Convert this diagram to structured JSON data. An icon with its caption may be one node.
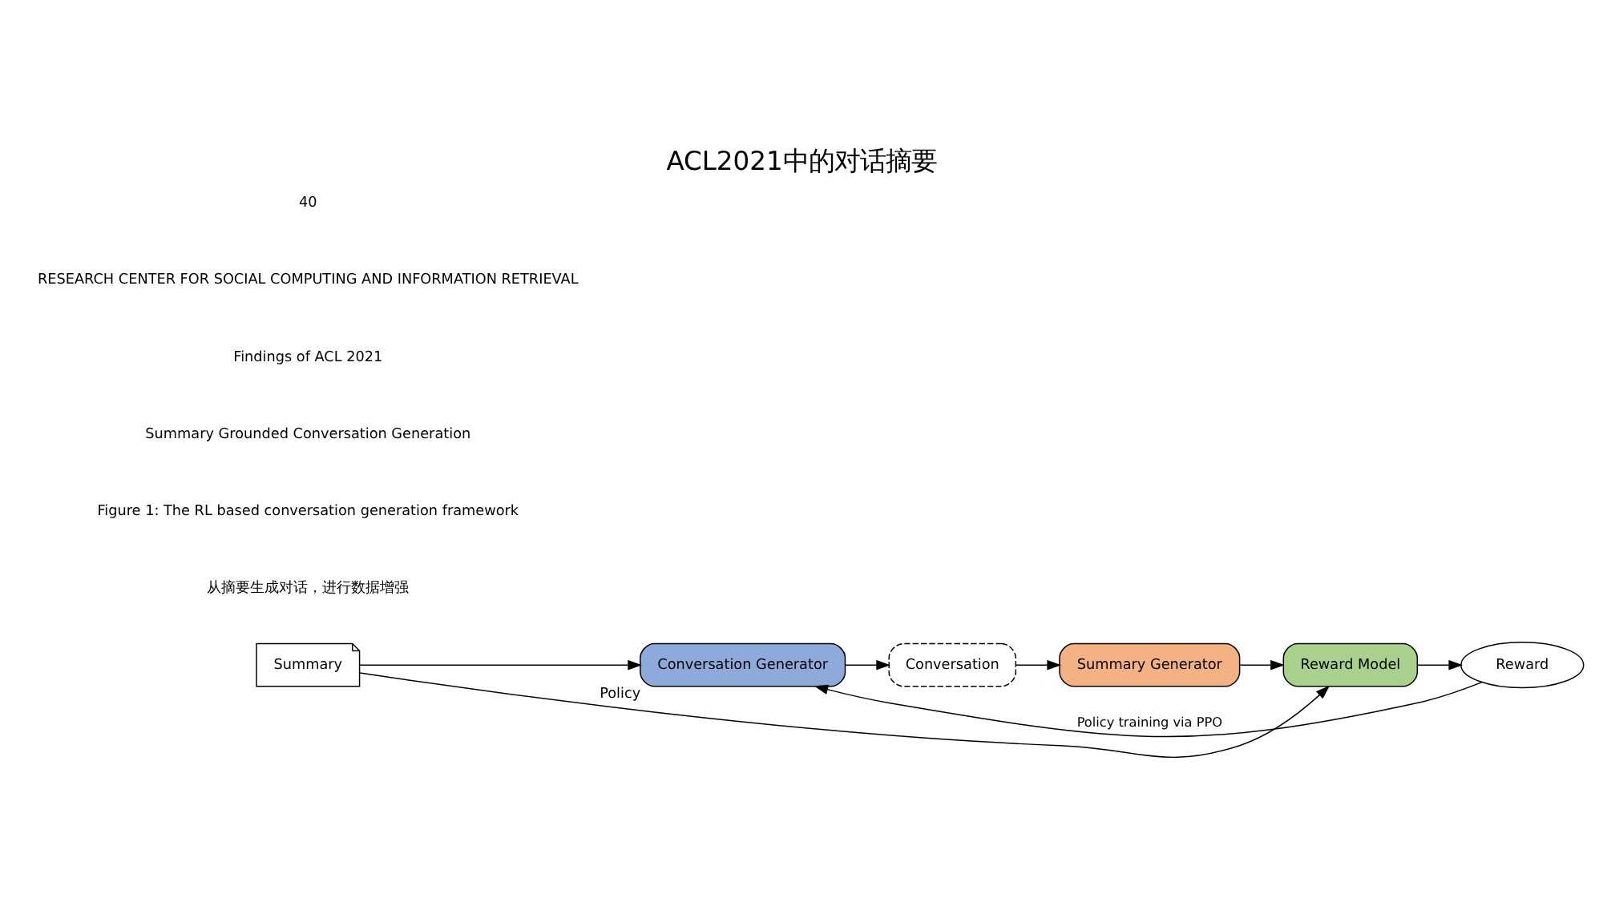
{
  "diagram": {
    "title": "ACL2021中的对话摘要",
    "nodes": [
      {
        "text": [
          "Summary"
        ]
      },
      {
        "text": [
          "Conversation Generator"
        ],
        "beside": [
          "Policy"
        ]
      },
      {
        "text": [
          "Conversation"
        ]
      },
      {
        "text": [
          "Summary Generator"
        ]
      },
      {
        "text": [
          "Reward Model"
        ]
      },
      {
        "text": [
          "Reward"
        ]
      }
    ],
    "edges": [
      {
        "from": 0,
        "to": 1,
        "arrow": "to"
      },
      {
        "from": 1,
        "to": 2,
        "arrow": "to"
      },
      {
        "from": 2,
        "to": 3,
        "arrow": "to"
      },
      {
        "from": 3,
        "to": 4,
        "arrow": "to"
      },
      {
        "from": 4,
        "to": 5,
        "arrow": "to"
      },
      {
        "from": 5,
        "to": 1,
        "arrow": "to",
        "label": "Policy training via PPO"
      },
      {
        "from": 0,
        "to": 4,
        "arrow": "to"
      }
    ],
    "labels": [
      "从摘要生成对话，进行数据增强",
      "Figure 1: The RL based conversation generation framework",
      "Summary Grounded Conversation Generation",
      "Findings of ACL 2021",
      "RESEARCH CENTER FOR SOCIAL COMPUTING AND INFORMATION RETRIEVAL",
      "40"
    ]
  }
}
